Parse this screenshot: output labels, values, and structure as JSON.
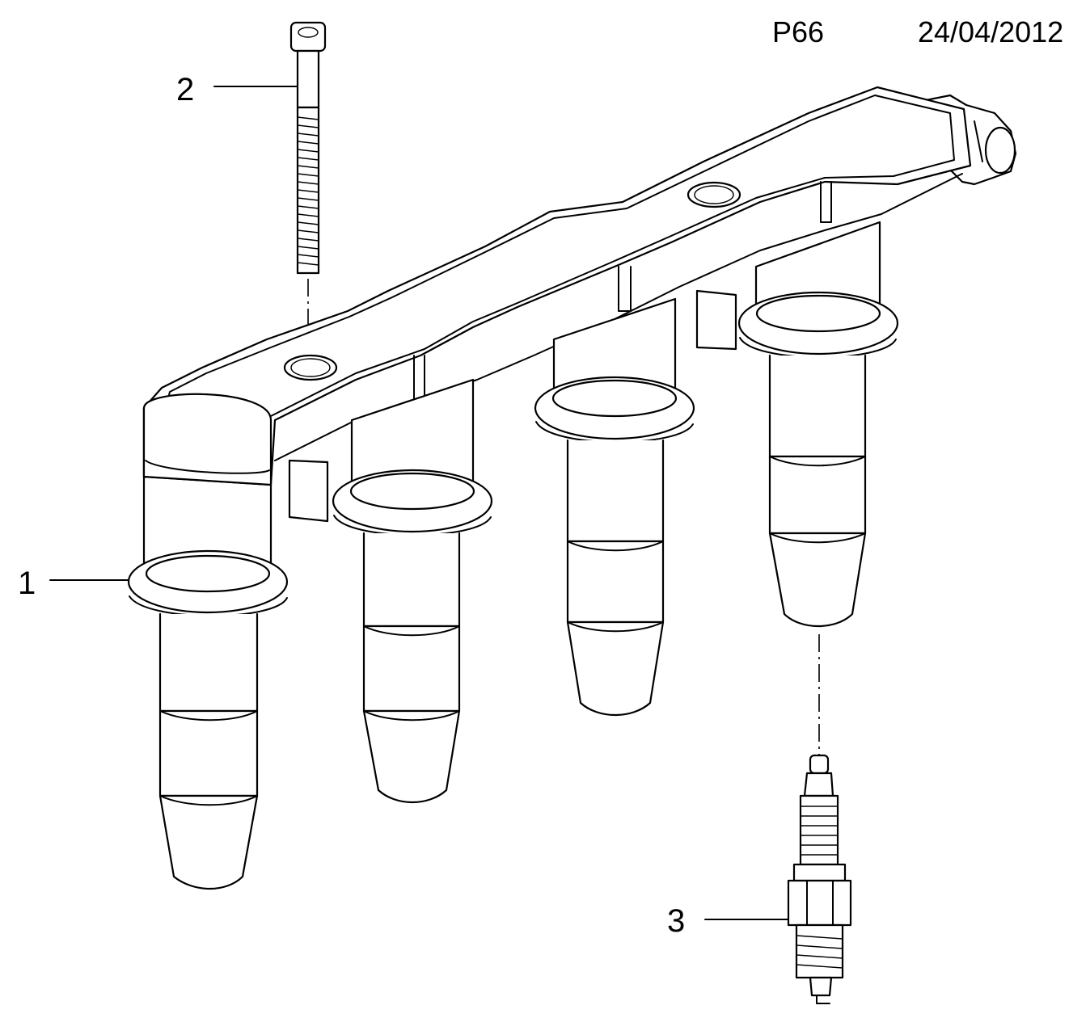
{
  "header": {
    "page_code": "P66",
    "date": "24/04/2012"
  },
  "callouts": [
    {
      "number": "1",
      "part": "ignition-coil"
    },
    {
      "number": "2",
      "part": "bolt"
    },
    {
      "number": "3",
      "part": "spark-plug"
    }
  ]
}
